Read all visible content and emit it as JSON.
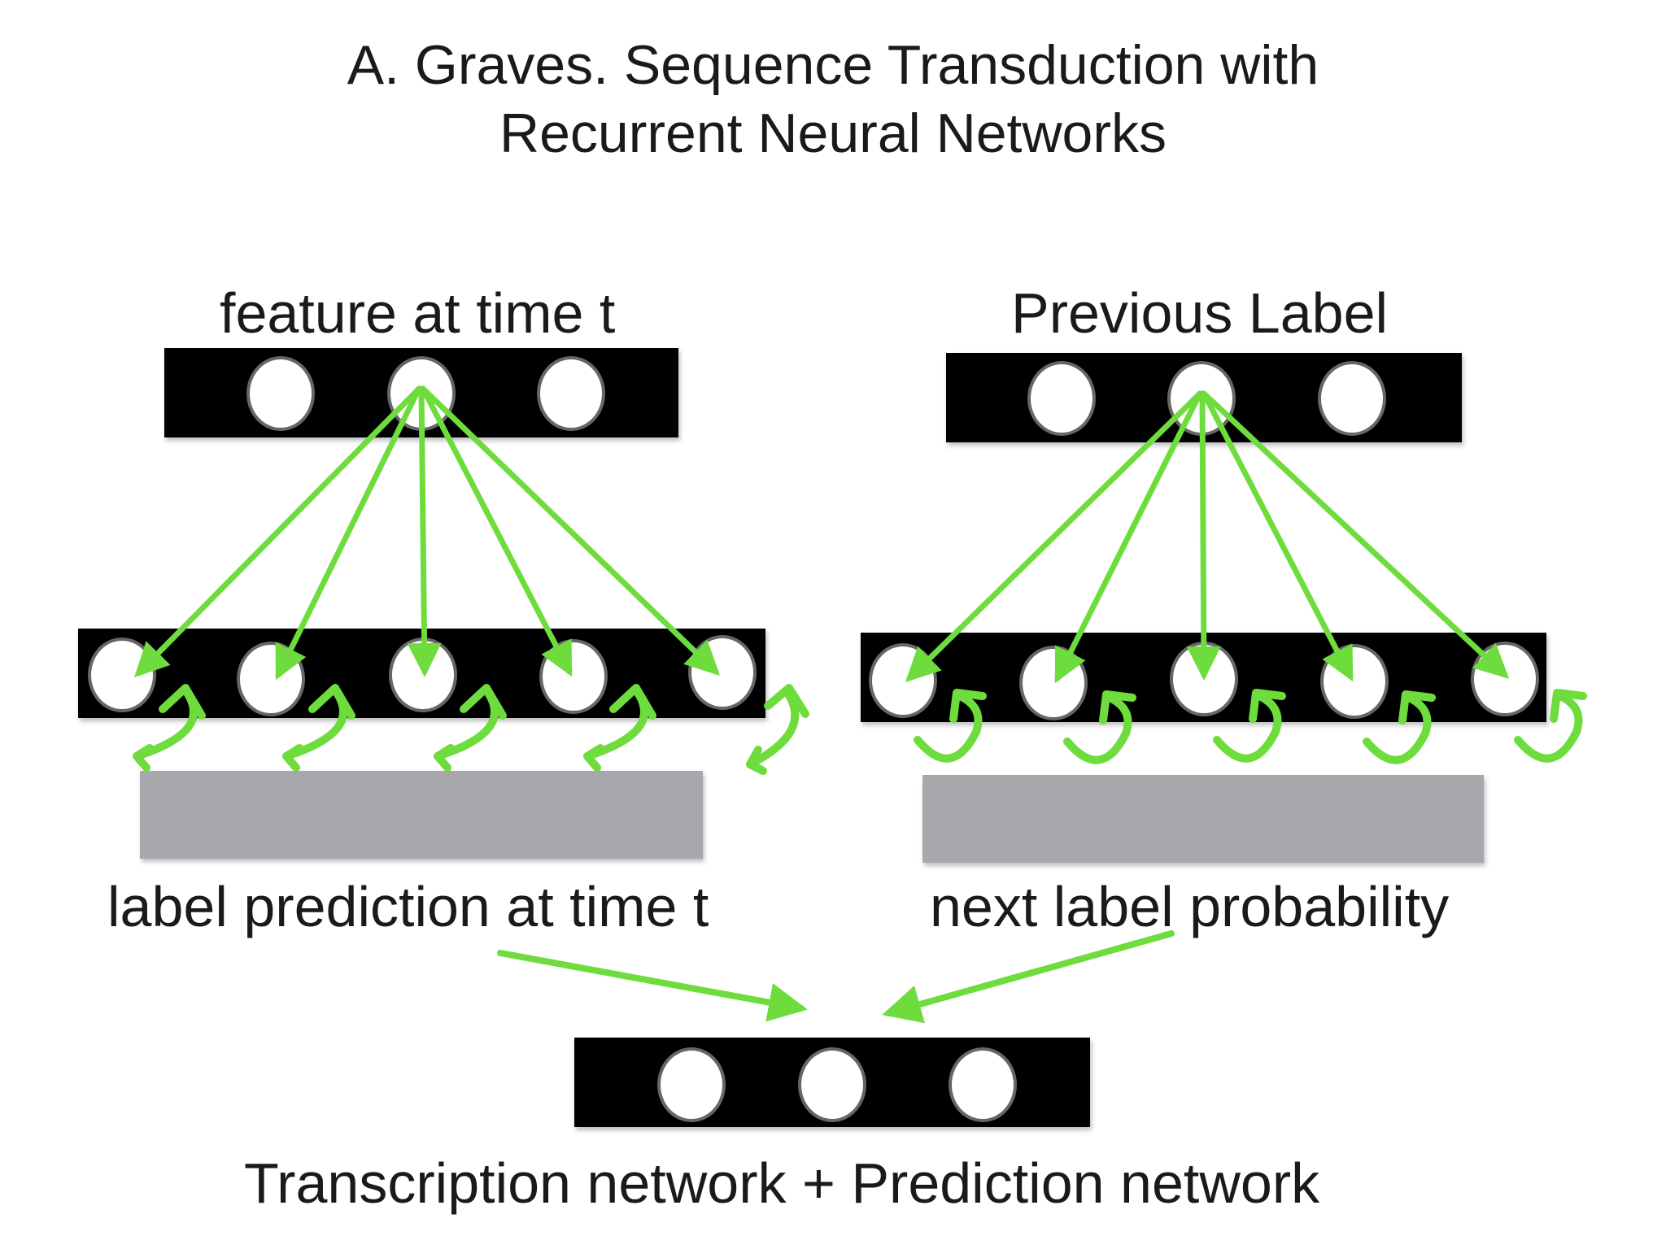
{
  "title": {
    "line1": "A. Graves. Sequence Transduction with",
    "line2": "Recurrent Neural Networks"
  },
  "left_network": {
    "input_label": "feature at time t",
    "output_label": "label prediction at time t",
    "input_units": 3,
    "hidden_units": 5
  },
  "right_network": {
    "input_label": "Previous Label",
    "output_label": "next label probability",
    "input_units": 3,
    "hidden_units": 5
  },
  "joint_network": {
    "caption": "Transcription network  + Prediction network",
    "units": 3
  },
  "colors": {
    "layer": "#000000",
    "unit": "#ffffff",
    "output_block": "#a6a8ab",
    "arrow": "#6edc3c"
  },
  "icons": [
    "arrow-icon",
    "recurrent-loop-icon"
  ]
}
